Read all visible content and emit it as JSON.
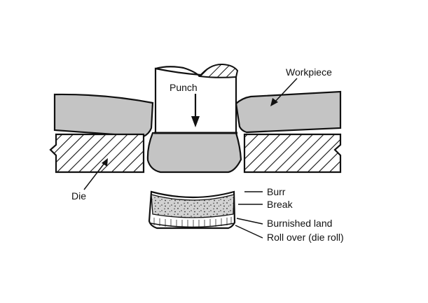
{
  "labels": {
    "workpiece": "Workpiece",
    "punch": "Punch",
    "die": "Die",
    "burr": "Burr",
    "break": "Break",
    "burnished_land": "Burnished land",
    "roll_over": "Roll over (die roll)"
  },
  "colors": {
    "workpiece_fill": "#c4c4c4",
    "outline": "#111111",
    "background": "#ffffff"
  },
  "icons": {
    "punch_arrow": "arrow-down-icon",
    "hatch": "hatch-pattern"
  }
}
